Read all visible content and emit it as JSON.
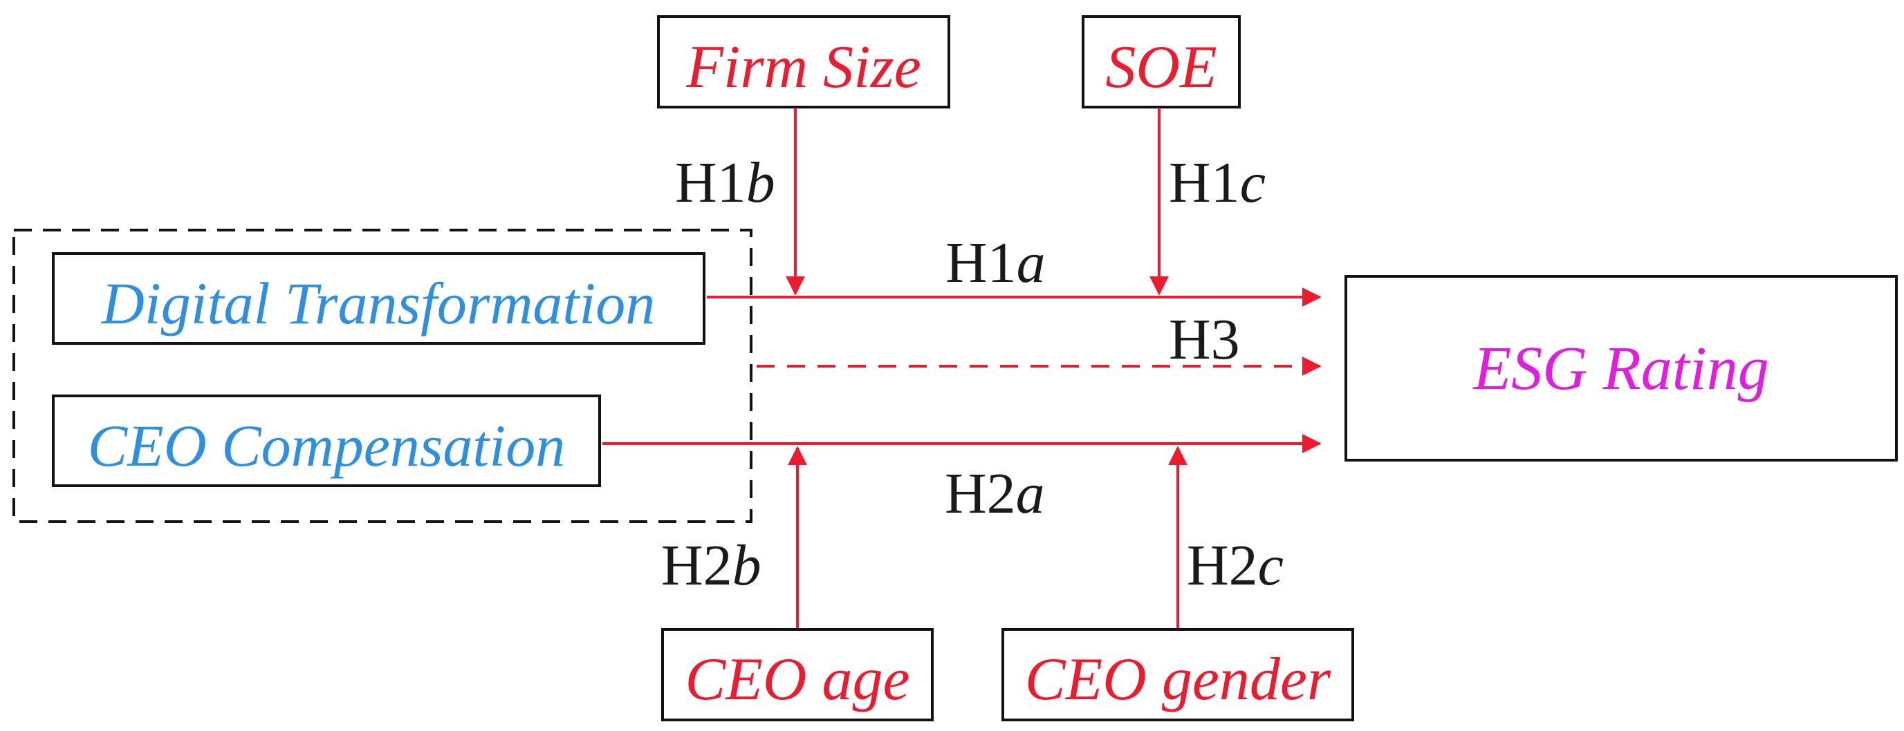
{
  "colors": {
    "independent": "#2e8fe0",
    "moderator": "#ec1c2e",
    "dependent": "#e01ee0",
    "arrow": "#ec1c2e",
    "label": "#1a1a1a",
    "border": "#111111"
  },
  "nodes": {
    "firm_size": "Firm Size",
    "soe": "SOE",
    "digital_transformation": "Digital Transformation",
    "ceo_compensation": "CEO Compensation",
    "esg_rating": "ESG Rating",
    "ceo_age": "CEO age",
    "ceo_gender": "CEO gender"
  },
  "hypotheses": {
    "h1a": {
      "main": "H1",
      "sub": "a"
    },
    "h1b": {
      "main": "H1",
      "sub": "b"
    },
    "h1c": {
      "main": "H1",
      "sub": "c"
    },
    "h2a": {
      "main": "H2",
      "sub": "a"
    },
    "h2b": {
      "main": "H2",
      "sub": "b"
    },
    "h2c": {
      "main": "H2",
      "sub": "c"
    },
    "h3": {
      "main": "H3",
      "sub": ""
    }
  }
}
